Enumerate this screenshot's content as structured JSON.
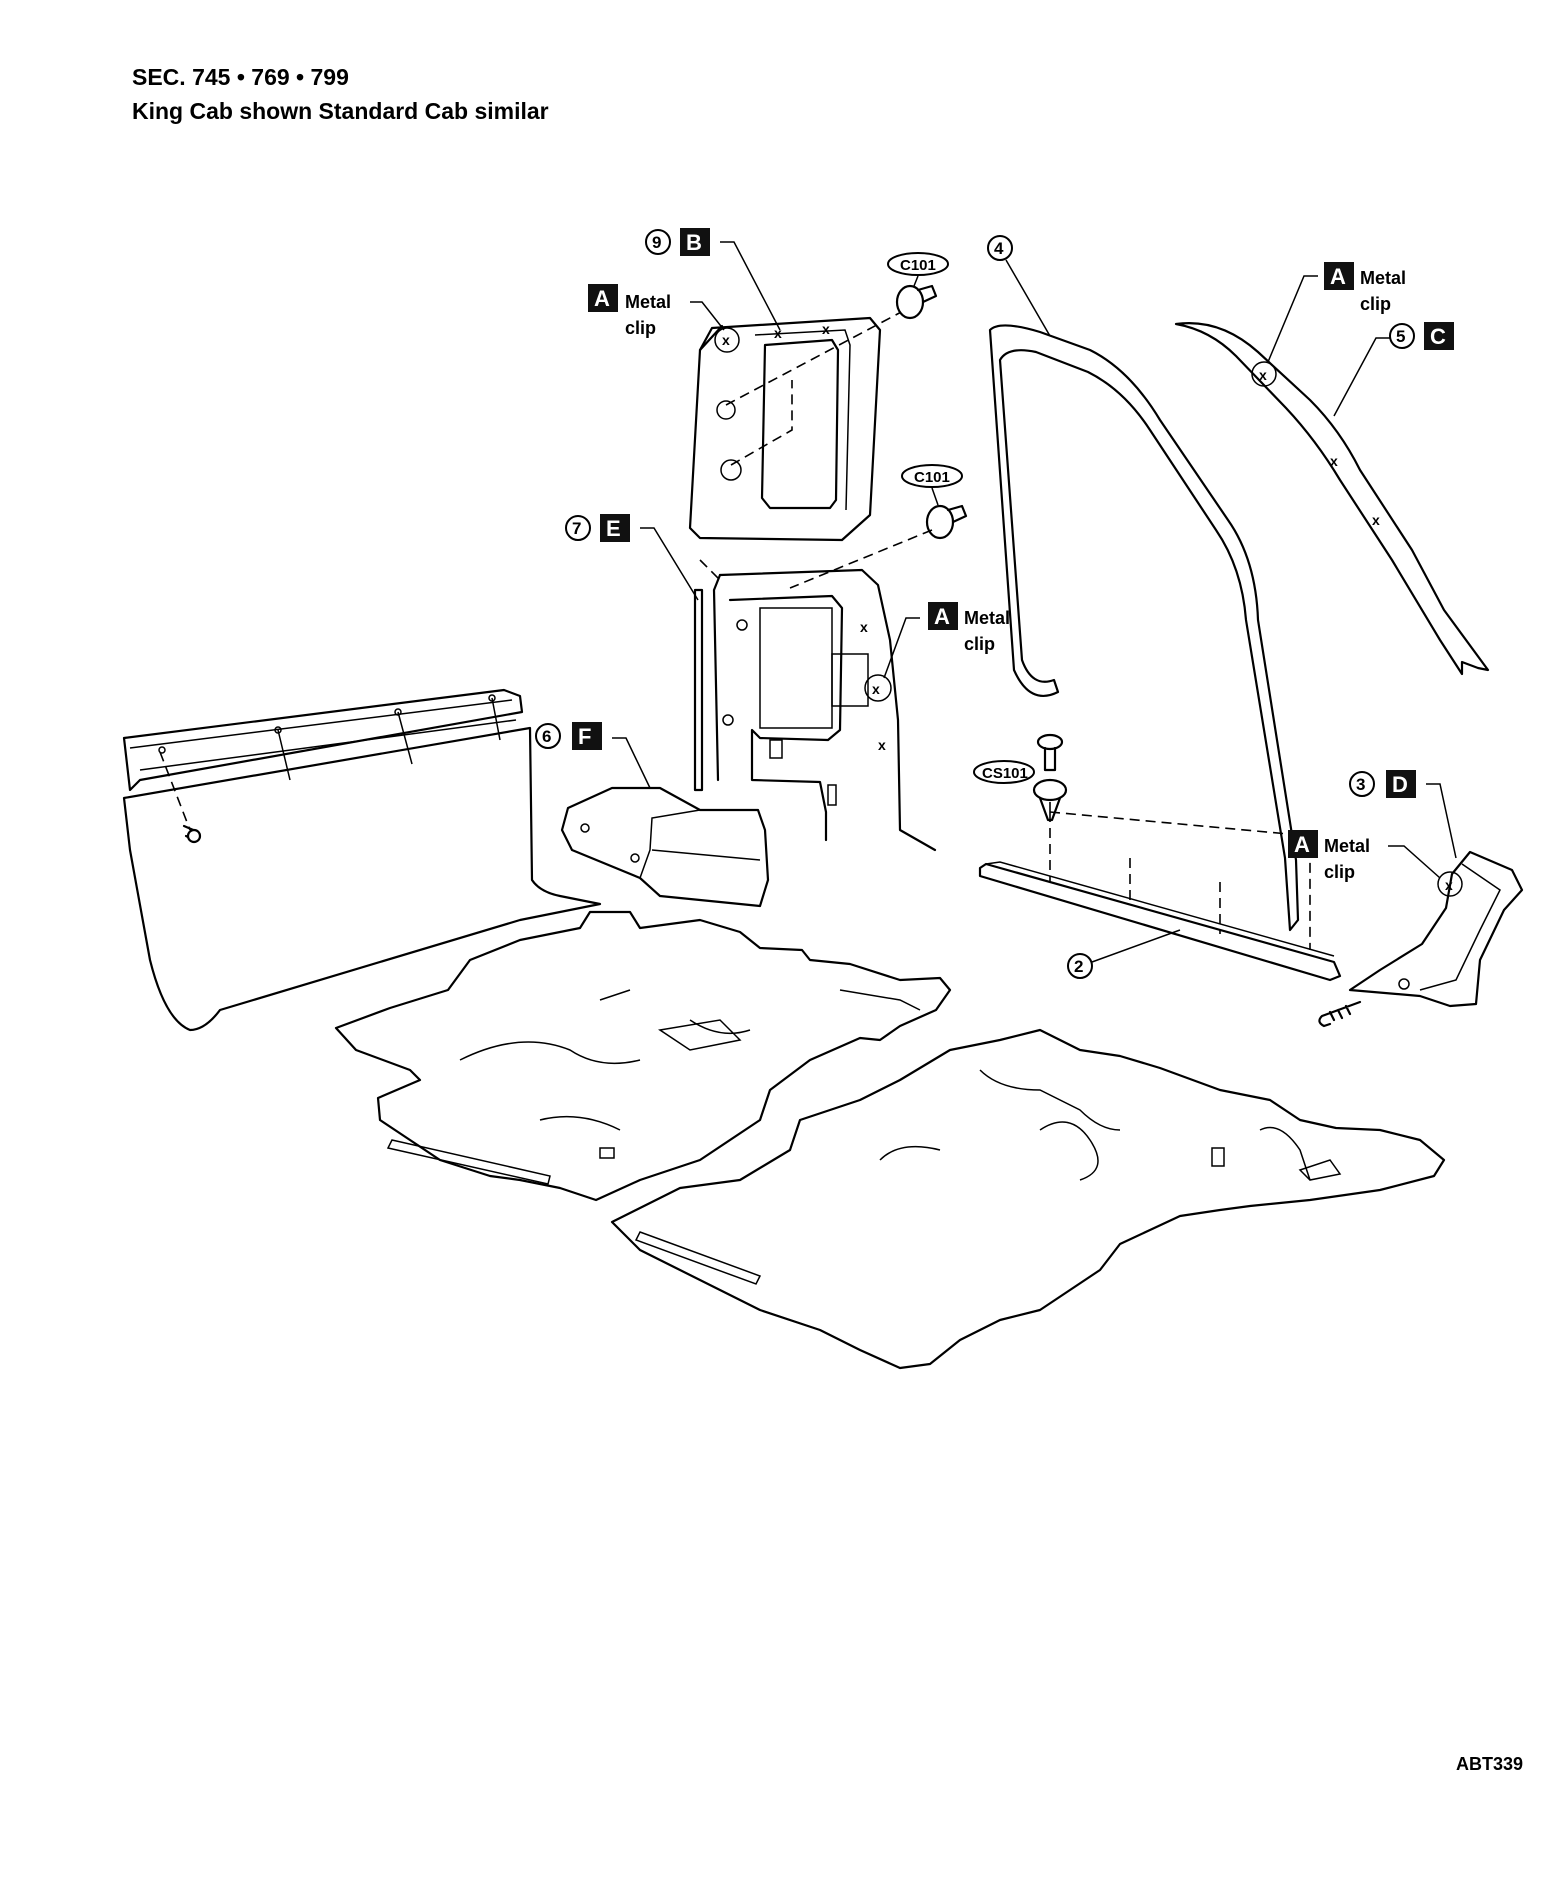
{
  "header": {
    "line1": "SEC. 745 • 769 • 799",
    "line2": "King Cab shown Standard Cab similar"
  },
  "footer": {
    "code": "ABT339"
  },
  "callouts": {
    "n2": "2",
    "n3": "3",
    "n4": "4",
    "n5": "5",
    "n6": "6",
    "n7": "7",
    "n9": "9"
  },
  "letters": {
    "A": "A",
    "B": "B",
    "C": "C",
    "D": "D",
    "E": "E",
    "F": "F"
  },
  "labels": {
    "metal": "Metal",
    "clip": "clip",
    "c101": "C101",
    "cs101": "CS101",
    "x": "x"
  },
  "colors": {
    "ink": "#000000",
    "badge": "#111111",
    "paper": "#ffffff"
  }
}
